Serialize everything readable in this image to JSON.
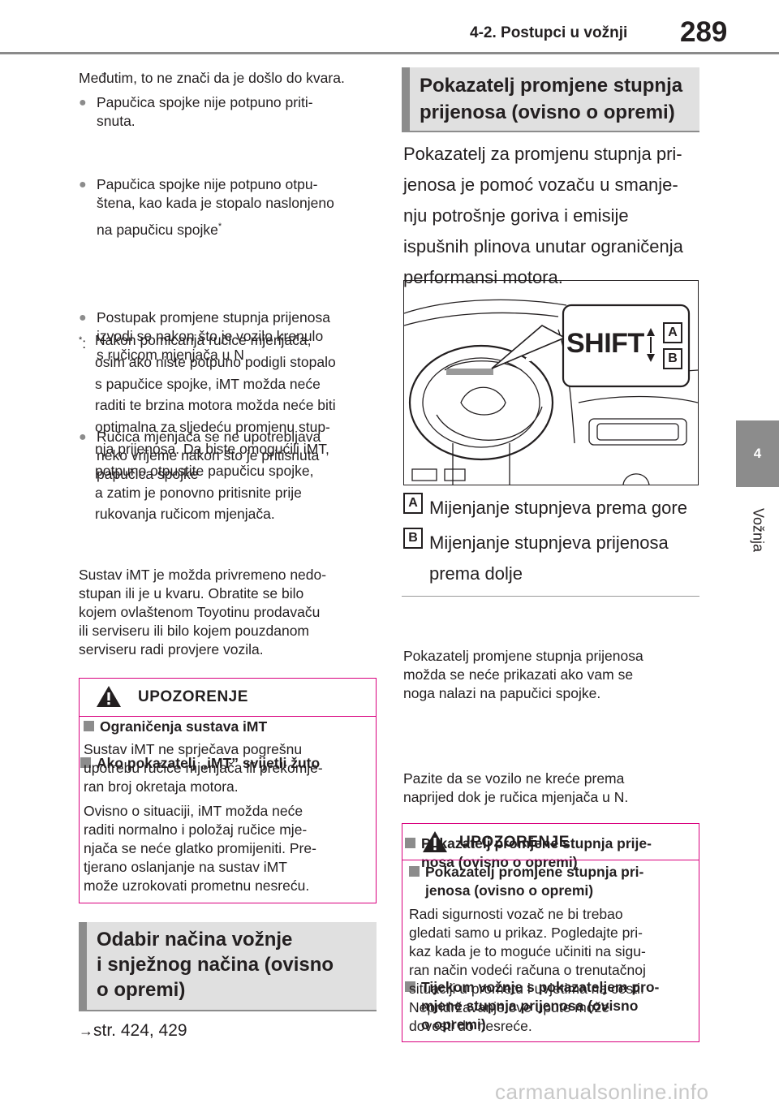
{
  "header": {
    "section": "4-2. Postupci u vožnji",
    "page_number": "289"
  },
  "side_tab": {
    "chapter": "4",
    "label": "Vožnja"
  },
  "left": {
    "intro": "Međutim, to ne znači da je došlo do kvara.",
    "bullets": [
      [
        "Papučica spojke nije potpuno priti-",
        "snuta."
      ],
      [
        "Papučica spojke nije potpuno otpu-",
        "štena, kao kada je stopalo naslonjeno",
        "na papučicu spojke"
      ],
      [
        "Postupak promjene stupnja prijenosa",
        "izvodi se nakon što je vozilo krenulo",
        "s ručicom mjenjača u N"
      ],
      [
        "Ručica mjenjača se ne upotrebljava",
        "neko vrijeme nakon što je pritisnuta",
        "papučica spojke"
      ]
    ],
    "footnote_mark": "*",
    "footnote_colon": ":",
    "footnote_lines": [
      "Nakon pomicanja ručice mjenjača,",
      "osim ako niste potpuno podigli stopalo",
      "s papučice spojke, iMT možda neće",
      "raditi te brzina motora možda neće biti",
      "optimalna za sljedeću promjenu stup-",
      "nja prijenosa. Da biste omogućili iMT,",
      "potpuno otpustite papučicu spojke,",
      "a zatim je ponovno pritisnite prije",
      "rukovanja ručicom mjenjača."
    ],
    "imt_heading": "Ako pokazatelj „iMT” svijetli žuto",
    "imt_lines": [
      "Sustav iMT je možda privremeno nedo-",
      "stupan ili je u kvaru. Obratite se bilo",
      "kojem ovlaštenom Toyotinu prodavaču",
      "ili serviseru ili bilo kojem pouzdanom",
      "serviseru radi provjere vozila."
    ],
    "warning": {
      "label": "UPOZORENJE",
      "heading": "Ograničenja sustava iMT",
      "p1": [
        "Sustav iMT ne sprječava pogrešnu",
        "upotrebu ručice mjenjača ili prekomje-",
        "ran broj okretaja motora."
      ],
      "p2": [
        "Ovisno o situaciji, iMT možda neće",
        "raditi normalno i položaj ručice mje-",
        "njača se neće glatko promijeniti. Pre-",
        "tjerano oslanjanje na sustav iMT",
        "može uzrokovati prometnu nesreću."
      ]
    },
    "section2_lines": [
      "Odabir načina vožnje",
      "i snježnog načina (ovisno",
      "o opremi)"
    ],
    "page_ref": "str. 424, 429"
  },
  "right": {
    "section_lines": [
      "Pokazatelj promjene stupnja",
      "prijenosa (ovisno o opremi)"
    ],
    "intro_lines": [
      "Pokazatelj za promjenu stupnja pri-",
      "jenosa je pomoć vozaču u smanje-",
      "nju potrošnje goriva i emisije",
      "ispušnih plinova unutar ograničenja",
      "performansi motora."
    ],
    "figure": {
      "shift_text": "SHIFT",
      "up_letter": "A",
      "down_letter": "B"
    },
    "legend": [
      {
        "key": "A",
        "lines": [
          "Mijenjanje stupnjeva prema gore"
        ]
      },
      {
        "key": "B",
        "lines": [
          "Mijenjanje stupnjeva prijenosa",
          "prema dolje"
        ]
      }
    ],
    "h1_lines": [
      "Pokazatelj promjene stupnja prije-",
      "nosa (ovisno o opremi)"
    ],
    "p1_lines": [
      "Pokazatelj promjene stupnja prijenosa",
      "možda se neće prikazati ako vam se",
      "noga nalazi na papučici spojke."
    ],
    "h2_lines": [
      "Tijekom vožnje s pokazateljem pro-",
      "mjene stupnja prijenosa (ovisno",
      "o opremi)"
    ],
    "p2_lines": [
      "Pazite da se vozilo ne kreće prema",
      "naprijed dok je ručica mjenjača u N."
    ],
    "warning": {
      "label": "UPOZORENJE",
      "heading_lines": [
        "Pokazatelj promjene stupnja pri-",
        "jenosa (ovisno o opremi)"
      ],
      "p_lines": [
        "Radi sigurnosti vozač ne bi trebao",
        "gledati samo u prikaz. Pogledajte pri-",
        "kaz kada je to moguće učiniti na sigu-",
        "ran način vodeći računa o trenutačnoj",
        "situaciji u prometu i uvjetima na cesti.",
        "Nepridržavanje ove upute može",
        "dovesti do nesreće."
      ]
    }
  },
  "watermark": "carmanualsonline.info",
  "colors": {
    "accent_gray": "#8c8c8c",
    "warning_border": "#d9007e",
    "section_bg": "#e0e0e0"
  }
}
